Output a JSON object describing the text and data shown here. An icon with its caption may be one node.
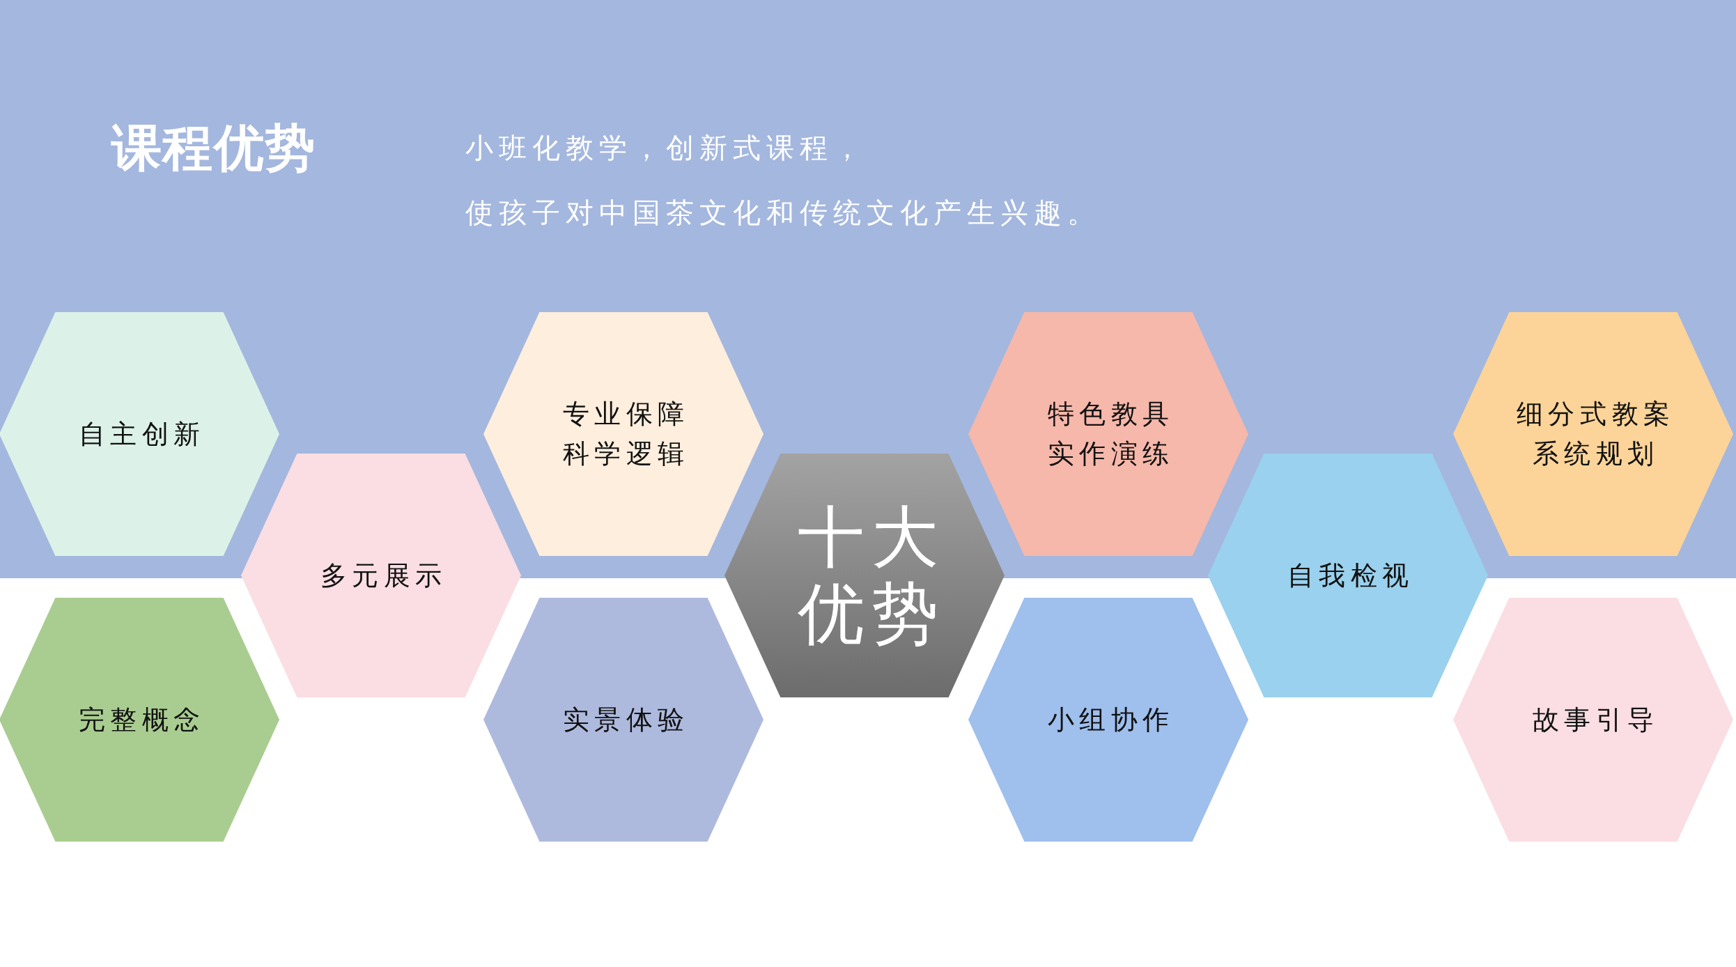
{
  "diagram": {
    "title": "课程优势",
    "nodes": [
      {
        "text": [
          "自主创新"
        ]
      },
      {
        "text": [
          "完整概念"
        ]
      },
      {
        "text": [
          "多元展示"
        ]
      },
      {
        "text": [
          "专业保障",
          "科学逻辑"
        ]
      },
      {
        "text": [
          "实景体验"
        ]
      },
      {
        "text": [
          "十大优势"
        ]
      },
      {
        "text": [
          "特色教具",
          "实作演练"
        ]
      },
      {
        "text": [
          "小组协作"
        ]
      },
      {
        "text": [
          "自我检视"
        ]
      },
      {
        "text": [
          "细分式教案",
          "系统规划"
        ]
      },
      {
        "text": [
          "故事引导"
        ]
      }
    ],
    "labels": [
      "小班化教学，创新式课程，",
      "使孩子对中国茶文化和传统文化产生兴趣。"
    ]
  }
}
